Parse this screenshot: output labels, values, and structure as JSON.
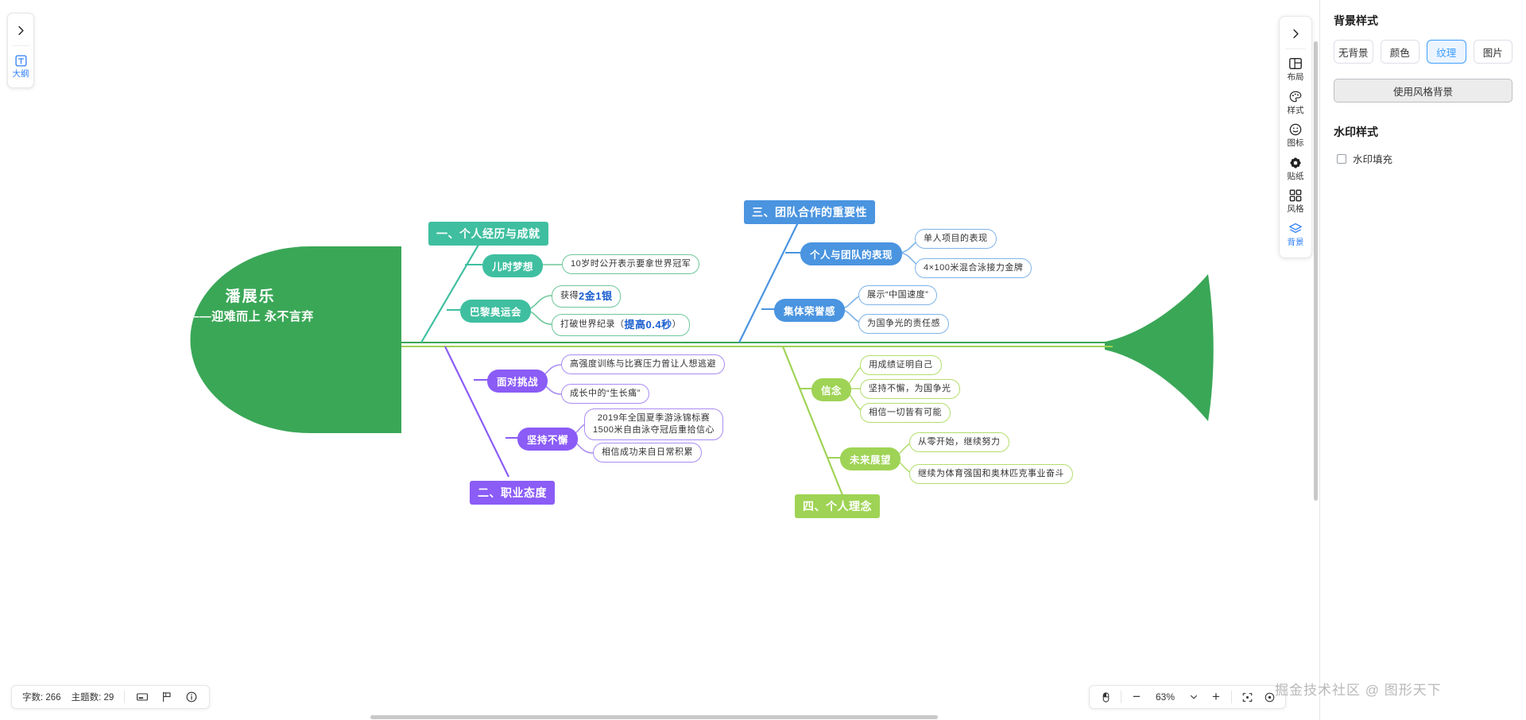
{
  "app": {
    "watermark": "掘金技术社区 @ 图形天下"
  },
  "left_toolbar": {
    "collapse_icon": "chevron-right-icon",
    "items": [
      {
        "label": "大纲",
        "icon": "text-outline-icon",
        "active": true
      }
    ]
  },
  "right_toolbar": {
    "collapse_icon": "chevron-right-icon",
    "items": [
      {
        "label": "布局",
        "icon": "layout-icon",
        "active": false
      },
      {
        "label": "样式",
        "icon": "palette-icon",
        "active": false
      },
      {
        "label": "图标",
        "icon": "smiley-icon",
        "active": false
      },
      {
        "label": "贴纸",
        "icon": "sticker-flower-icon",
        "active": false
      },
      {
        "label": "风格",
        "icon": "grid-squares-icon",
        "active": false
      },
      {
        "label": "背景",
        "icon": "layers-icon",
        "active": true
      }
    ]
  },
  "right_panel": {
    "background_title": "背景样式",
    "background_options": [
      {
        "label": "无背景",
        "active": false
      },
      {
        "label": "颜色",
        "active": false
      },
      {
        "label": "纹理",
        "active": true
      },
      {
        "label": "图片",
        "active": false
      }
    ],
    "use_style_bg_button": "使用风格背景",
    "watermark_title": "水印样式",
    "watermark_fill_label": "水印填充",
    "watermark_fill_checked": false
  },
  "status_bar": {
    "word_count_label": "字数: 266",
    "topic_count_label": "主题数: 29",
    "icons": [
      "note-icon",
      "flag-outline-icon",
      "info-circle-icon"
    ]
  },
  "zoom_bar": {
    "pointer_icon": "mouse-pointer-icon",
    "minus_label": "−",
    "zoom_level": "63%",
    "chevron_icon": "chevron-down-icon",
    "plus_label": "+",
    "fit_icon": "fit-screen-icon",
    "center_icon": "center-target-icon"
  },
  "colors": {
    "green": "#3aa757",
    "teal": "#3fbfa0",
    "purple": "#8b5cf6",
    "blue": "#4a94e0",
    "lime": "#9fd355",
    "leaf_green_border": "#6fc79a",
    "leaf_purple_border": "#a98df3",
    "leaf_blue_border": "#7fb4e8",
    "leaf_lime_border": "#b3de6e",
    "accent_blue": "#2b7cf6",
    "highlight_text": "#1a5fd0"
  },
  "mindmap": {
    "center": {
      "title": "潘展乐",
      "subtitle": "——迎难而上 永不言弃"
    },
    "categories": [
      {
        "id": "cat1",
        "label": "一、个人经历与成就",
        "color": "#3fbfa0"
      },
      {
        "id": "cat2",
        "label": "二、职业态度",
        "color": "#8b5cf6"
      },
      {
        "id": "cat3",
        "label": "三、团队合作的重要性",
        "color": "#4a94e0"
      },
      {
        "id": "cat4",
        "label": "四、个人理念",
        "color": "#9fd355"
      }
    ],
    "subtopics": [
      {
        "id": "s1",
        "label": "儿时梦想",
        "color": "#3fbfa0"
      },
      {
        "id": "s2",
        "label": "巴黎奥运会",
        "color": "#3fbfa0"
      },
      {
        "id": "s3",
        "label": "面对挑战",
        "color": "#8b5cf6"
      },
      {
        "id": "s4",
        "label": "坚持不懈",
        "color": "#8b5cf6"
      },
      {
        "id": "s5",
        "label": "个人与团队的表现",
        "color": "#4a94e0"
      },
      {
        "id": "s6",
        "label": "集体荣誉感",
        "color": "#4a94e0"
      },
      {
        "id": "s7",
        "label": "信念",
        "color": "#9fd355"
      },
      {
        "id": "s8",
        "label": "未来展望",
        "color": "#9fd355"
      }
    ],
    "leaves": [
      {
        "id": "l1",
        "text": "10岁时公开表示要拿世界冠军"
      },
      {
        "id": "l2",
        "text": "获得2金1银",
        "highlight": "2金1银"
      },
      {
        "id": "l3",
        "text": "打破世界纪录（提高0.4秒）",
        "highlight": "提高0.4秒"
      },
      {
        "id": "l4",
        "text": "高强度训练与比赛压力曾让人想逃避"
      },
      {
        "id": "l5",
        "text": "成长中的“生长痛”"
      },
      {
        "id": "l6",
        "text": "2019年全国夏季游泳锦标赛\n1500米自由泳夺冠后重拾信心"
      },
      {
        "id": "l7",
        "text": "相信成功来自日常积累"
      },
      {
        "id": "l8",
        "text": "单人项目的表现"
      },
      {
        "id": "l9",
        "text": "4×100米混合泳接力金牌"
      },
      {
        "id": "l10",
        "text": "展示“中国速度”"
      },
      {
        "id": "l11",
        "text": "为国争光的责任感"
      },
      {
        "id": "l12",
        "text": "用成绩证明自己"
      },
      {
        "id": "l13",
        "text": "坚持不懈，为国争光"
      },
      {
        "id": "l14",
        "text": "相信一切皆有可能"
      },
      {
        "id": "l15",
        "text": "从零开始，继续努力"
      },
      {
        "id": "l16",
        "text": "继续为体育强国和奥林匹克事业奋斗"
      }
    ]
  }
}
